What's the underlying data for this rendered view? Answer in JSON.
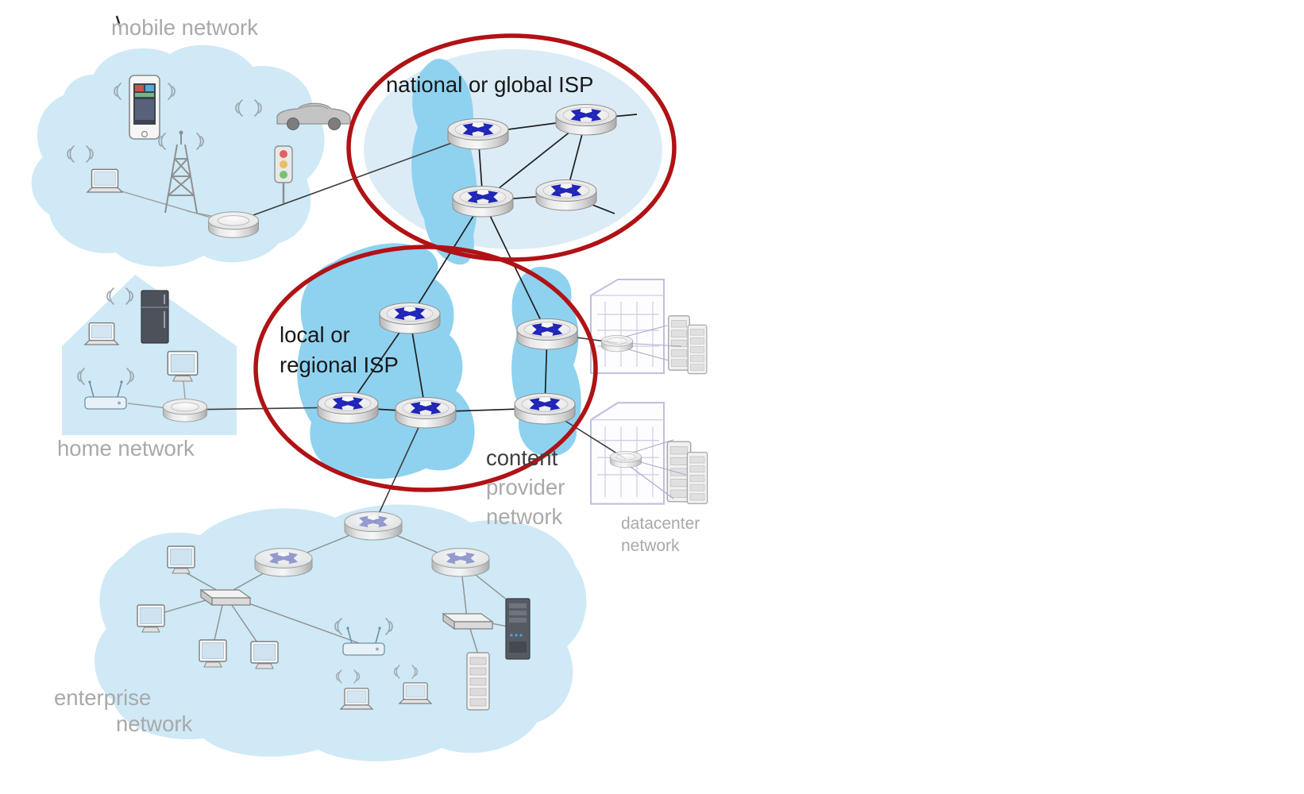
{
  "labels": {
    "mobile_network": "mobile network",
    "national_isp": "national or global ISP",
    "local_isp_line1": "local or",
    "local_isp_line2": "regional ISP",
    "home_network": "home network",
    "content_provider_line1": "content",
    "content_provider_line2": "provider",
    "content_provider_line3": "network",
    "datacenter_line1": "datacenter",
    "datacenter_line2": "network",
    "enterprise_line1": "enterprise",
    "enterprise_line2": "network"
  },
  "colors": {
    "region_cloud": "#cfe9f6",
    "isp_highlight": "#8fd2ef",
    "annotation_circle": "#b01215",
    "router_arrow": "#2126b8",
    "enterprise_router_arrow": "#9096cc",
    "muted_label": "#a9a9a9",
    "dark_label": "#171717"
  }
}
